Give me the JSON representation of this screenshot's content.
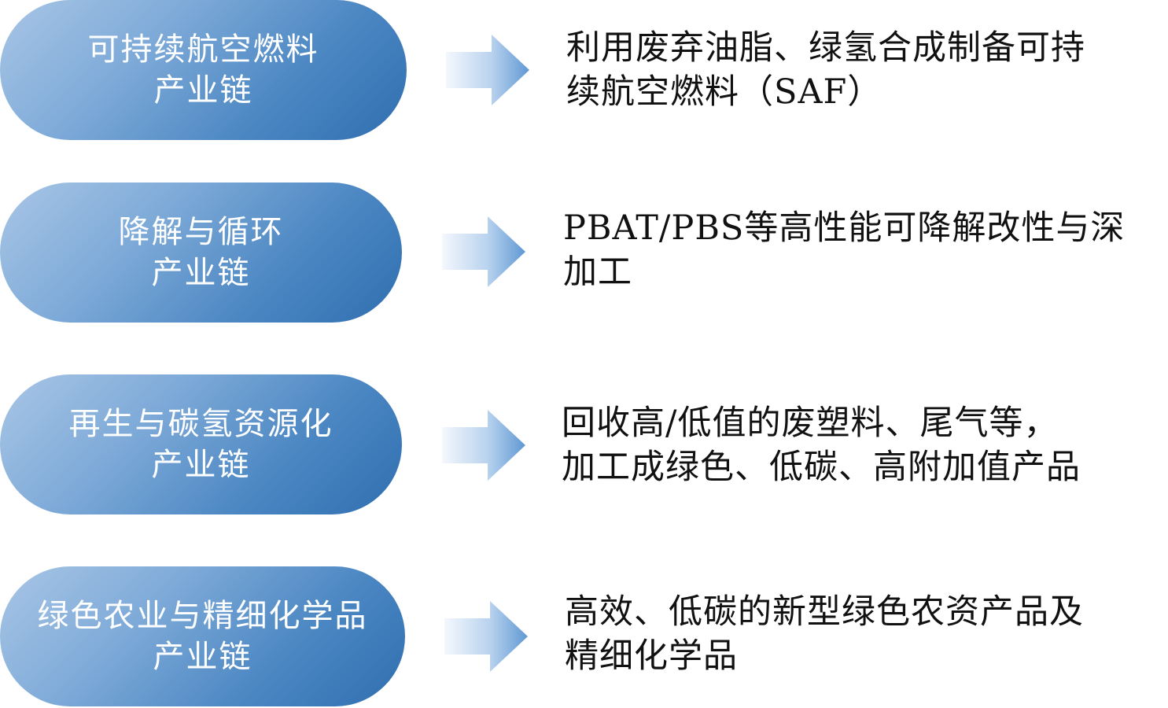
{
  "rows": [
    {
      "pill": {
        "line1": "可持续航空燃料",
        "line2": "产业链"
      },
      "desc": {
        "line1": "利用废弃油脂、绿氢合成制备可持",
        "line2": "续航空燃料（SAF）"
      }
    },
    {
      "pill": {
        "line1": "降解与循环",
        "line2": "产业链"
      },
      "desc": {
        "line1": "PBAT/PBS等高性能可降解改性与深",
        "line2": "加工"
      }
    },
    {
      "pill": {
        "line1": "再生与碳氢资源化",
        "line2": "产业链"
      },
      "desc": {
        "line1": "回收高/低值的废塑料、尾气等，",
        "line2": "加工成绿色、低碳、高附加值产品"
      }
    },
    {
      "pill": {
        "line1": "绿色农业与精细化学品",
        "line2": "产业链"
      },
      "desc": {
        "line1": "高效、低碳的新型绿色农资产品及",
        "line2": "精细化学品"
      }
    }
  ],
  "colors": {
    "pill_light": "#a9c6e6",
    "pill_dark": "#2f6eb0",
    "arrow_light": "#f2f7fc",
    "arrow_dark": "#6a9fd6",
    "text_dark": "#111111"
  }
}
